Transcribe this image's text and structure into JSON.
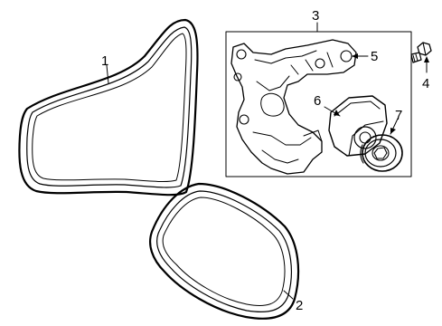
{
  "callouts": {
    "belt_large": "1",
    "belt_small": "2",
    "tensioner_assembly": "3",
    "bolt": "4",
    "bracket": "5",
    "tensioner_body": "6",
    "pulley": "7"
  }
}
